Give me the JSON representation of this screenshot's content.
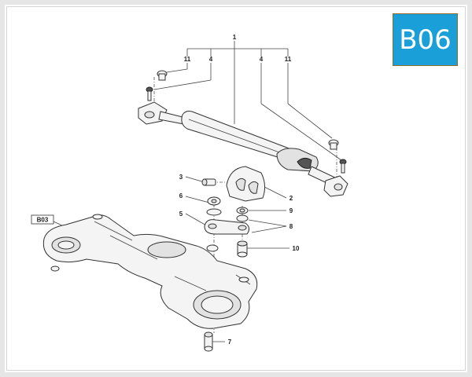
{
  "badge": {
    "code": "B06",
    "background": "#1a9fd9"
  },
  "reference": {
    "label": "B03"
  },
  "callouts": [
    {
      "id": "c1a",
      "text": "1"
    },
    {
      "id": "c11a",
      "text": "11"
    },
    {
      "id": "c4a",
      "text": "4"
    },
    {
      "id": "c4b",
      "text": "4"
    },
    {
      "id": "c11b",
      "text": "11"
    },
    {
      "id": "c3",
      "text": "3"
    },
    {
      "id": "c2",
      "text": "2"
    },
    {
      "id": "c6",
      "text": "6"
    },
    {
      "id": "c9",
      "text": "9"
    },
    {
      "id": "c5",
      "text": "5"
    },
    {
      "id": "c8",
      "text": "8"
    },
    {
      "id": "c10",
      "text": "10"
    },
    {
      "id": "c7",
      "text": "7"
    }
  ]
}
